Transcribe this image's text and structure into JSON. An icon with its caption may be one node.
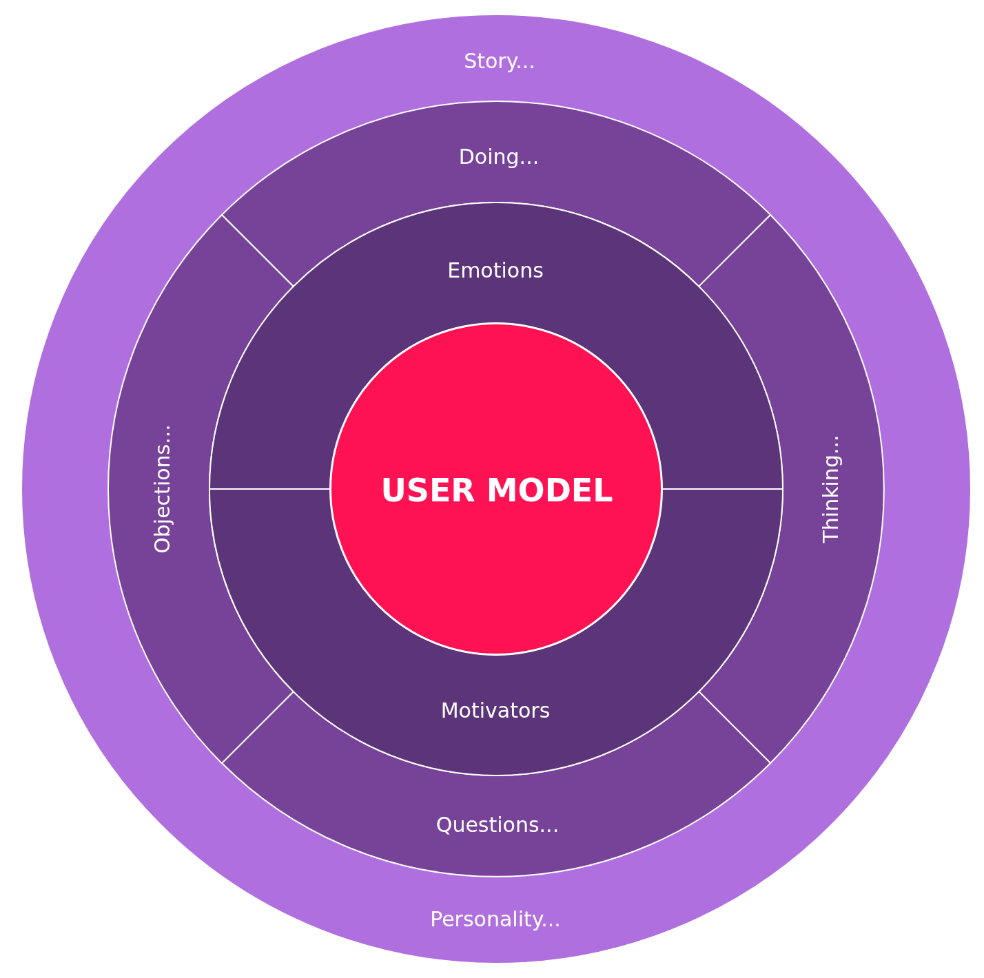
{
  "diagram": {
    "nodes": [
      {
        "text": [
          "Story...",
          "Personality..."
        ]
      },
      {
        "text": [
          "Doing..."
        ],
        "in": 0
      },
      {
        "text": [
          "Thinking..."
        ],
        "in": 0
      },
      {
        "text": [
          "Questions..."
        ],
        "in": 0
      },
      {
        "text": [
          "Objections..."
        ],
        "in": 0
      },
      {
        "text": [
          "Emotions"
        ],
        "in": 0
      },
      {
        "text": [
          "Motivators"
        ],
        "in": 0
      },
      {
        "text": [
          "USER MODEL"
        ],
        "in": 0
      }
    ]
  }
}
